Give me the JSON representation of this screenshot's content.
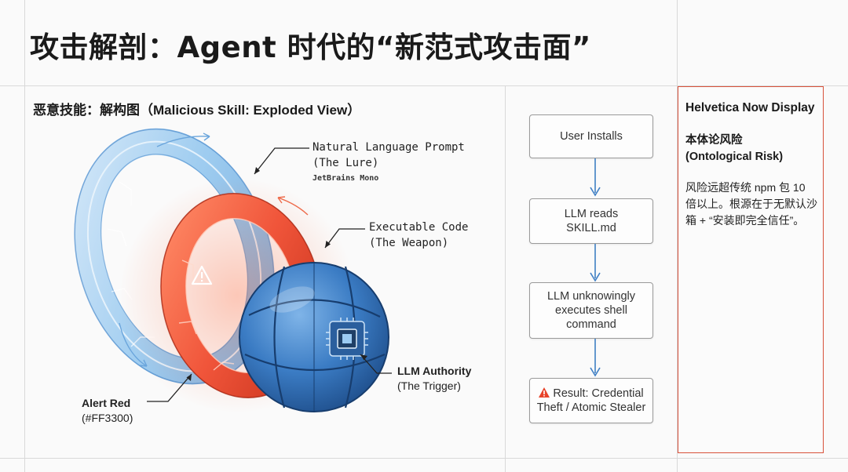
{
  "title": "攻击解剖：Agent 时代的“新范式攻击面”",
  "diagram": {
    "heading": "恶意技能：解构图（Malicious Skill: Exploded View）",
    "callouts": {
      "nl_prompt": {
        "line1": "Natural Language Prompt",
        "line2": "(The Lure)",
        "font_note": "JetBrains Mono"
      },
      "exec_code": {
        "line1": "Executable Code",
        "line2": "(The Weapon)"
      },
      "llm_authority": {
        "line1": "LLM Authority",
        "line2": "(The Trigger)"
      },
      "alert_red": {
        "line1": "Alert Red",
        "line2": "(#FF3300)"
      }
    },
    "icons": [
      "warning-triangle-icon",
      "chip-icon"
    ],
    "colors": {
      "ring_blue": "#8cc3ee",
      "ring_red": "#f0553a",
      "orb_blue": "#2f6fb8",
      "accent": "#FF3300"
    }
  },
  "flow": {
    "steps": [
      {
        "label": "User Installs"
      },
      {
        "label": "LLM reads SKILL.md"
      },
      {
        "label": "LLM unknowingly executes shell command"
      },
      {
        "label": "Result: Credential Theft / Atomic Stealer",
        "icon": "warning-icon"
      }
    ]
  },
  "side_panel": {
    "font_name": "Helvetica Now Display",
    "label_cn": "本体论风险",
    "label_en": "(Ontological Risk)",
    "body": "风险远超传统 npm 包 10 倍以上。根源在于无默认沙箱 + “安装即完全信任”。"
  }
}
